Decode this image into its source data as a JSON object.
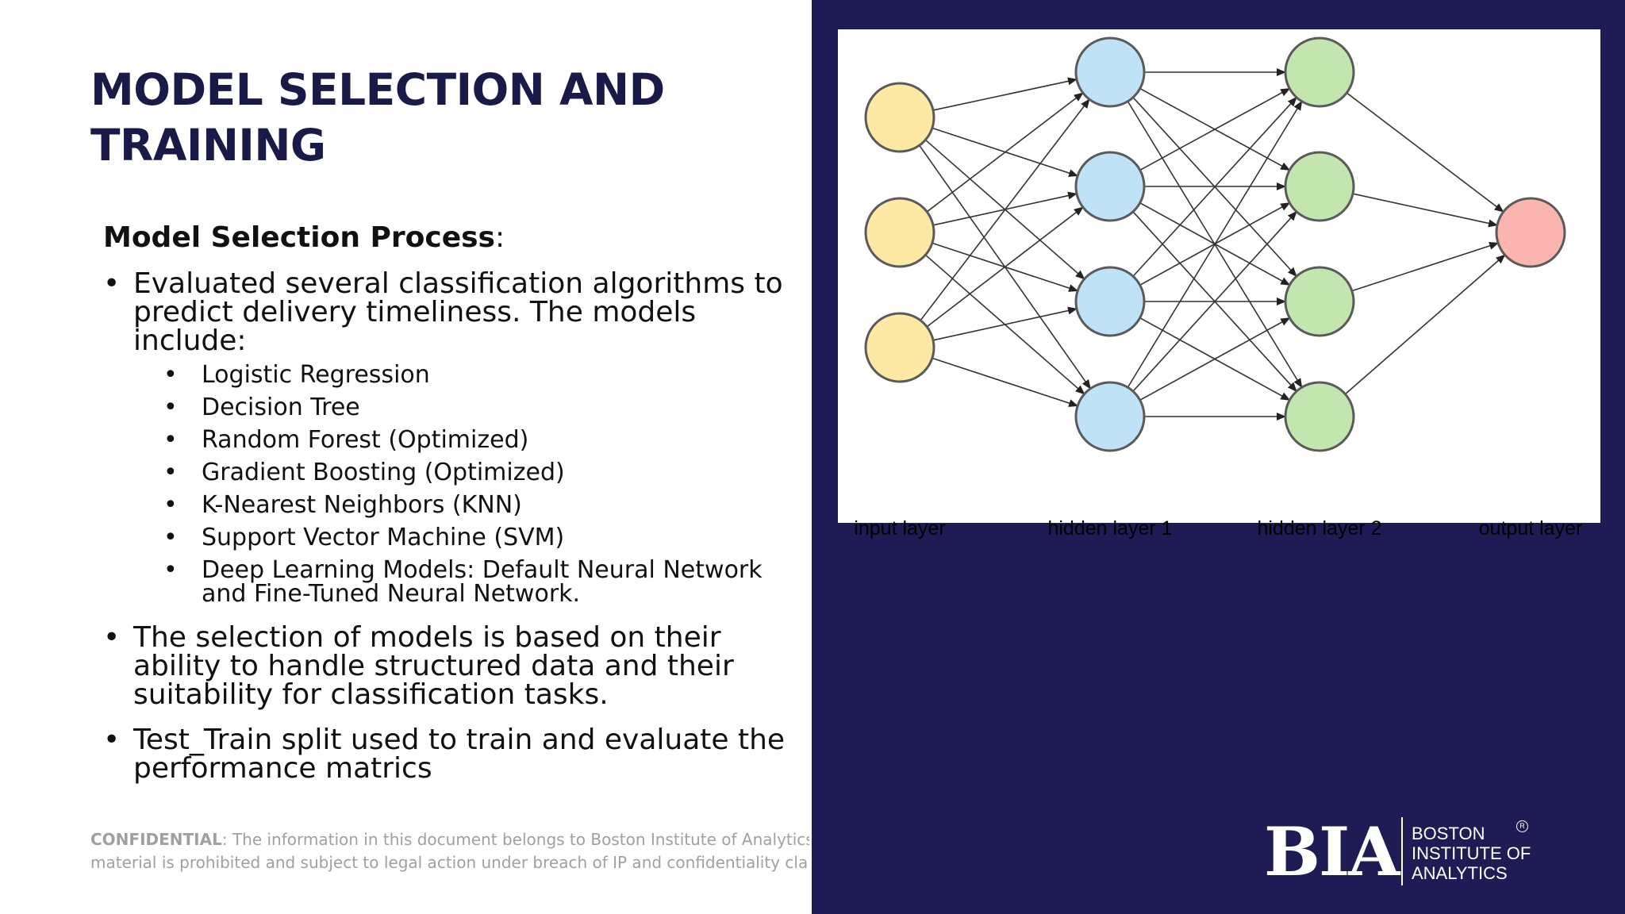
{
  "slide": {
    "title_lines": [
      "MODEL SELECTION AND",
      "TRAINING"
    ],
    "section_heading": "Model Selection Process",
    "section_heading_suffix": ":",
    "bullets": [
      {
        "lines": [
          "Evaluated several classification algorithms to",
          "predict delivery timeliness. The models",
          "include:"
        ]
      },
      {
        "lines": [
          "The selection of models is based on their",
          "ability to handle structured data and their",
          "suitability for classification tasks."
        ]
      },
      {
        "lines": [
          "Test_Train split used to train and evaluate the",
          "performance matrics"
        ]
      }
    ],
    "models": [
      {
        "lines": [
          "Logistic Regression"
        ]
      },
      {
        "lines": [
          "Decision Tree"
        ]
      },
      {
        "lines": [
          "Random Forest (Optimized)"
        ]
      },
      {
        "lines": [
          "Gradient Boosting (Optimized)"
        ]
      },
      {
        "lines": [
          "K-Nearest Neighbors (KNN)"
        ]
      },
      {
        "lines": [
          "Support Vector Machine (SVM)"
        ]
      },
      {
        "lines": [
          "Deep Learning Models: Default Neural Network",
          "and Fine-Tuned Neural Network."
        ]
      }
    ],
    "bullet_glyph": "•"
  },
  "footer": {
    "confidential_label": "CONFIDENTIAL",
    "confidential_line1": ": The information in this document belongs to Boston Institute of Analytics LLC. A",
    "confidential_line2": "material is prohibited and subject to legal action under breach of IP and confidentiality clauses."
  },
  "diagram": {
    "layers": [
      {
        "label": "input layer",
        "nodes": 3,
        "fill": "#fde9a4"
      },
      {
        "label": "hidden layer 1",
        "nodes": 4,
        "fill": "#c0e2f6"
      },
      {
        "label": "hidden layer 2",
        "nodes": 4,
        "fill": "#c3e5b0"
      },
      {
        "label": "output layer",
        "nodes": 1,
        "fill": "#fbb5b0"
      }
    ],
    "node_stroke": "#5a5a5a",
    "edge_color": "#333333"
  },
  "logo": {
    "mark": "BIA",
    "text_lines": [
      "BOSTON",
      "INSTITUTE OF",
      "ANALYTICS"
    ],
    "registered": "R"
  },
  "colors": {
    "panel_navy": "#1f1b55",
    "title_navy": "#1a1a48",
    "footer_gray": "#a0a0a0"
  }
}
